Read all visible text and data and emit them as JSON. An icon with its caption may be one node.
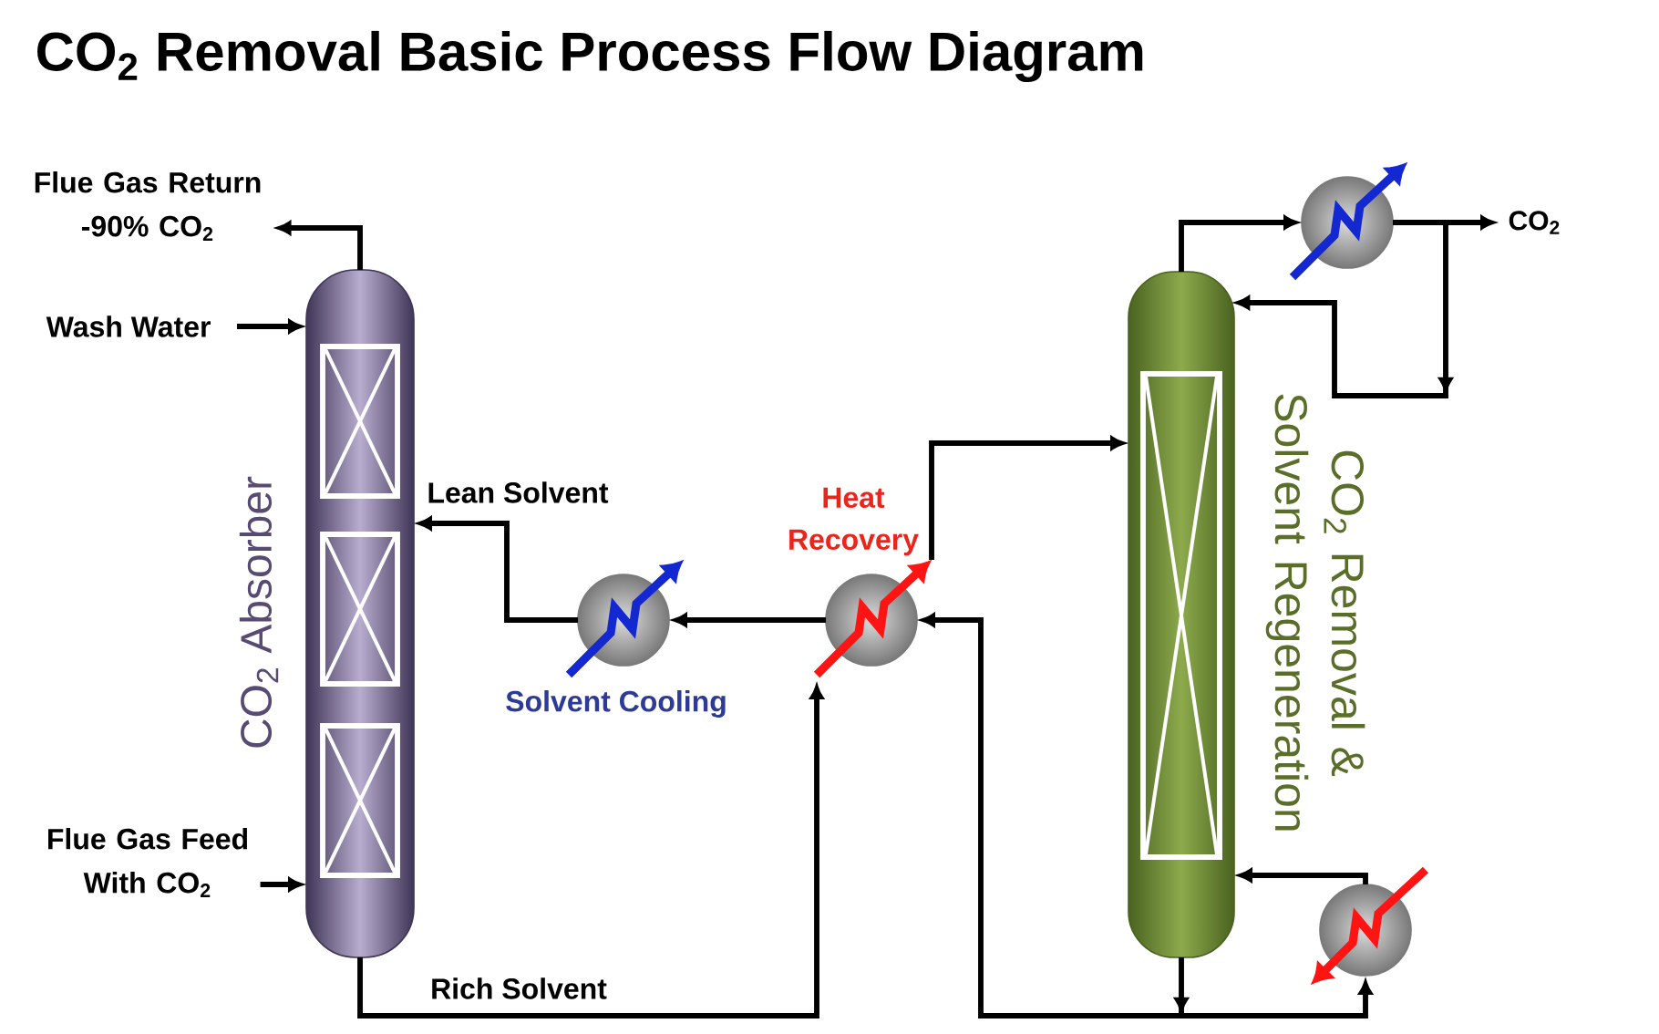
{
  "diagram": {
    "title": "CO$_{2}$ Removal Basic Process Flow Diagram",
    "nodes": [
      {
        "text": [
          "Flue Gas Return -90% CO$_{2}$"
        ]
      },
      {
        "text": [
          "Wash Water"
        ]
      },
      {
        "text": [],
        "shape": "cylinder",
        "beside": [
          "CO$_{2}$ Absorber"
        ]
      },
      {
        "text": [
          "Flue Gas Feed With CO$_{2}$"
        ]
      },
      {
        "text": [],
        "shape": "circle",
        "beside": [
          "Solvent Cooling"
        ]
      },
      {
        "text": [],
        "shape": "circle",
        "beside": [
          "Heat Recovery"
        ]
      },
      {
        "text": [],
        "shape": "cylinder",
        "beside": [
          "CO$_{2}$ Removal & Solvent Regeneration"
        ]
      },
      {
        "text": [],
        "shape": "circle"
      },
      {
        "text": [
          "CO$_{2}$"
        ]
      },
      {
        "text": [],
        "shape": "circle"
      }
    ],
    "edges": [
      {
        "from": 2,
        "to": 0,
        "arrow": "to"
      },
      {
        "from": 1,
        "to": 2,
        "arrow": "to"
      },
      {
        "from": 3,
        "to": 2,
        "arrow": "to"
      },
      {
        "from": 2,
        "to": 5,
        "arrow": "to",
        "label": "Rich Solvent"
      },
      {
        "from": 6,
        "to": 5,
        "arrow": "to"
      },
      {
        "from": 6,
        "to": 9,
        "arrow": "to"
      },
      {
        "from": 5,
        "to": 4,
        "arrow": "to"
      },
      {
        "from": 4,
        "to": 2,
        "arrow": "to",
        "label": "Lean Solvent"
      },
      {
        "from": 5,
        "to": 6,
        "arrow": "to"
      },
      {
        "from": 6,
        "to": 7,
        "arrow": "to"
      },
      {
        "from": 7,
        "to": 8,
        "arrow": "to"
      },
      {
        "from": 7,
        "to": 6,
        "arrow": "to"
      },
      {
        "from": 9,
        "to": 6,
        "arrow": "to"
      }
    ]
  }
}
